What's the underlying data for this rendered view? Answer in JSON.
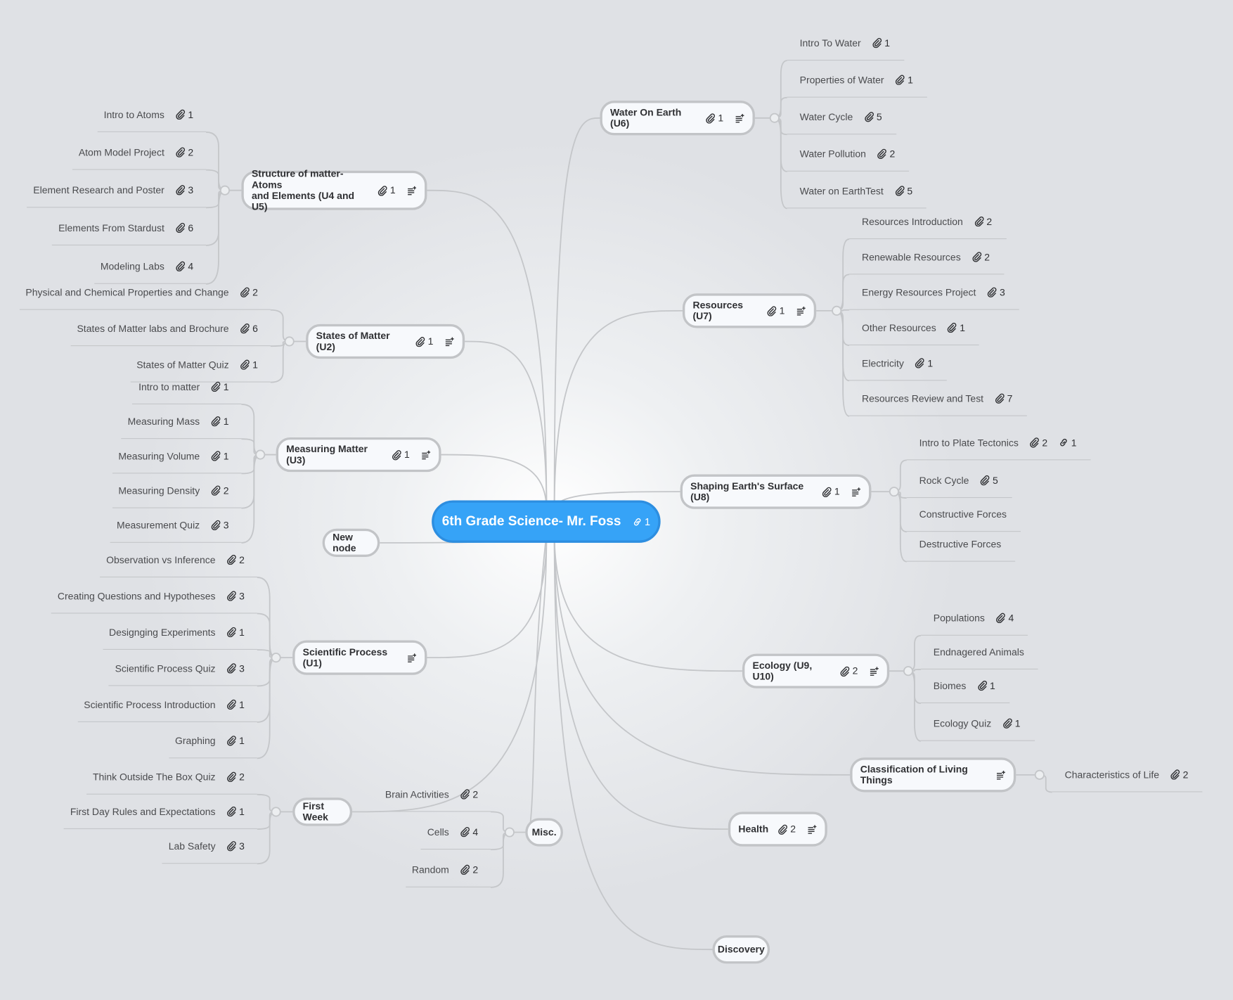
{
  "colors": {
    "center_fill": "#36a3f7",
    "node_border": "#c2c4c7",
    "line": "#c4c6c9",
    "background": "#dfe1e5"
  },
  "center": {
    "title": "6th Grade Science- Mr. Foss",
    "links": "1",
    "icon": "link-icon"
  },
  "branches": [
    {
      "title": "Structure of matter- Atoms\nand Elements (U4 and U5)",
      "attachments": "1",
      "notes": true,
      "children": [
        {
          "label": "Intro to Atoms",
          "attachments": "1"
        },
        {
          "label": "Atom Model Project",
          "attachments": "2"
        },
        {
          "label": "Element Research and Poster",
          "attachments": "3"
        },
        {
          "label": "Elements From Stardust",
          "attachments": "6"
        },
        {
          "label": "Modeling Labs",
          "attachments": "4"
        }
      ]
    },
    {
      "title": "States of Matter (U2)",
      "attachments": "1",
      "notes": true,
      "children": [
        {
          "label": "Physical and Chemical Properties and Change",
          "attachments": "2"
        },
        {
          "label": "States of Matter labs and Brochure",
          "attachments": "6"
        },
        {
          "label": "States of Matter Quiz",
          "attachments": "1"
        }
      ]
    },
    {
      "title": "Measuring Matter (U3)",
      "attachments": "1",
      "notes": true,
      "children": [
        {
          "label": "Intro to matter",
          "attachments": "1"
        },
        {
          "label": "Measuring Mass",
          "attachments": "1"
        },
        {
          "label": "Measuring Volume",
          "attachments": "1"
        },
        {
          "label": "Measuring Density",
          "attachments": "2"
        },
        {
          "label": "Measurement Quiz",
          "attachments": "3"
        }
      ]
    },
    {
      "title": "New node",
      "children": []
    },
    {
      "title": "Scientific Process (U1)",
      "notes": true,
      "children": [
        {
          "label": "Observation vs Inference",
          "attachments": "2"
        },
        {
          "label": "Creating Questions and Hypotheses",
          "attachments": "3"
        },
        {
          "label": "Designging Experiments",
          "attachments": "1"
        },
        {
          "label": "Scientific Process Quiz",
          "attachments": "3"
        },
        {
          "label": "Scientific Process Introduction",
          "attachments": "1"
        },
        {
          "label": "Graphing",
          "attachments": "1"
        }
      ]
    },
    {
      "title": "First Week",
      "children": [
        {
          "label": "Think Outside The Box Quiz",
          "attachments": "2"
        },
        {
          "label": "First Day Rules and Expectations",
          "attachments": "1"
        },
        {
          "label": "Lab Safety",
          "attachments": "3"
        }
      ]
    },
    {
      "title": "Misc.",
      "children": [
        {
          "label": "Brain Activities",
          "attachments": "2"
        },
        {
          "label": "Cells",
          "attachments": "4"
        },
        {
          "label": "Random",
          "attachments": "2"
        }
      ]
    },
    {
      "title": "Water On Earth (U6)",
      "attachments": "1",
      "notes": true,
      "children": [
        {
          "label": "Intro To Water",
          "attachments": "1"
        },
        {
          "label": "Properties of Water",
          "attachments": "1"
        },
        {
          "label": "Water Cycle",
          "attachments": "5"
        },
        {
          "label": "Water Pollution",
          "attachments": "2"
        },
        {
          "label": "Water on EarthTest",
          "attachments": "5"
        }
      ]
    },
    {
      "title": "Resources (U7)",
      "attachments": "1",
      "notes": true,
      "children": [
        {
          "label": "Resources Introduction",
          "attachments": "2"
        },
        {
          "label": "Renewable Resources",
          "attachments": "2"
        },
        {
          "label": "Energy Resources Project",
          "attachments": "3"
        },
        {
          "label": "Other Resources",
          "attachments": "1"
        },
        {
          "label": "Electricity",
          "attachments": "1"
        },
        {
          "label": "Resources Review and Test",
          "attachments": "7"
        }
      ]
    },
    {
      "title": "Shaping Earth's Surface (U8)",
      "attachments": "1",
      "notes": true,
      "children": [
        {
          "label": "Intro to Plate Tectonics",
          "attachments": "2",
          "links": "1"
        },
        {
          "label": "Rock Cycle",
          "attachments": "5"
        },
        {
          "label": "Constructive Forces"
        },
        {
          "label": "Destructive Forces"
        }
      ]
    },
    {
      "title": "Ecology (U9, U10)",
      "attachments": "2",
      "notes": true,
      "children": [
        {
          "label": "Populations",
          "attachments": "4"
        },
        {
          "label": "Endnagered Animals"
        },
        {
          "label": "Biomes",
          "attachments": "1"
        },
        {
          "label": "Ecology Quiz",
          "attachments": "1"
        }
      ]
    },
    {
      "title": "Classification of Living Things",
      "notes": true,
      "children": [
        {
          "label": "Characteristics of Life",
          "attachments": "2"
        }
      ]
    },
    {
      "title": "Health",
      "attachments": "2",
      "notes": true,
      "children": []
    },
    {
      "title": "Discovery",
      "children": []
    }
  ]
}
